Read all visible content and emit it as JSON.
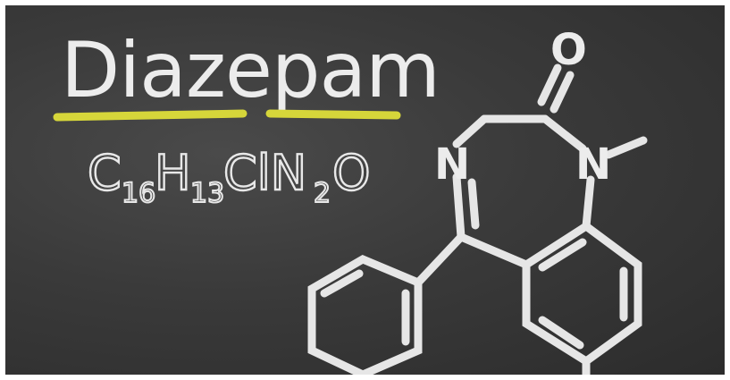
{
  "title": "Diazepam",
  "formula": {
    "c": "C",
    "c_sub": "16",
    "h": "H",
    "h_sub": "13",
    "cln": "ClN",
    "n_sub": "2",
    "o": "O"
  },
  "atoms": {
    "nitrogen_left": "N",
    "nitrogen_right": "N",
    "oxygen": "O"
  },
  "colors": {
    "chalkboard": "#3a3a3a",
    "chalk": "#ececec",
    "underline": "#d6d63a"
  }
}
